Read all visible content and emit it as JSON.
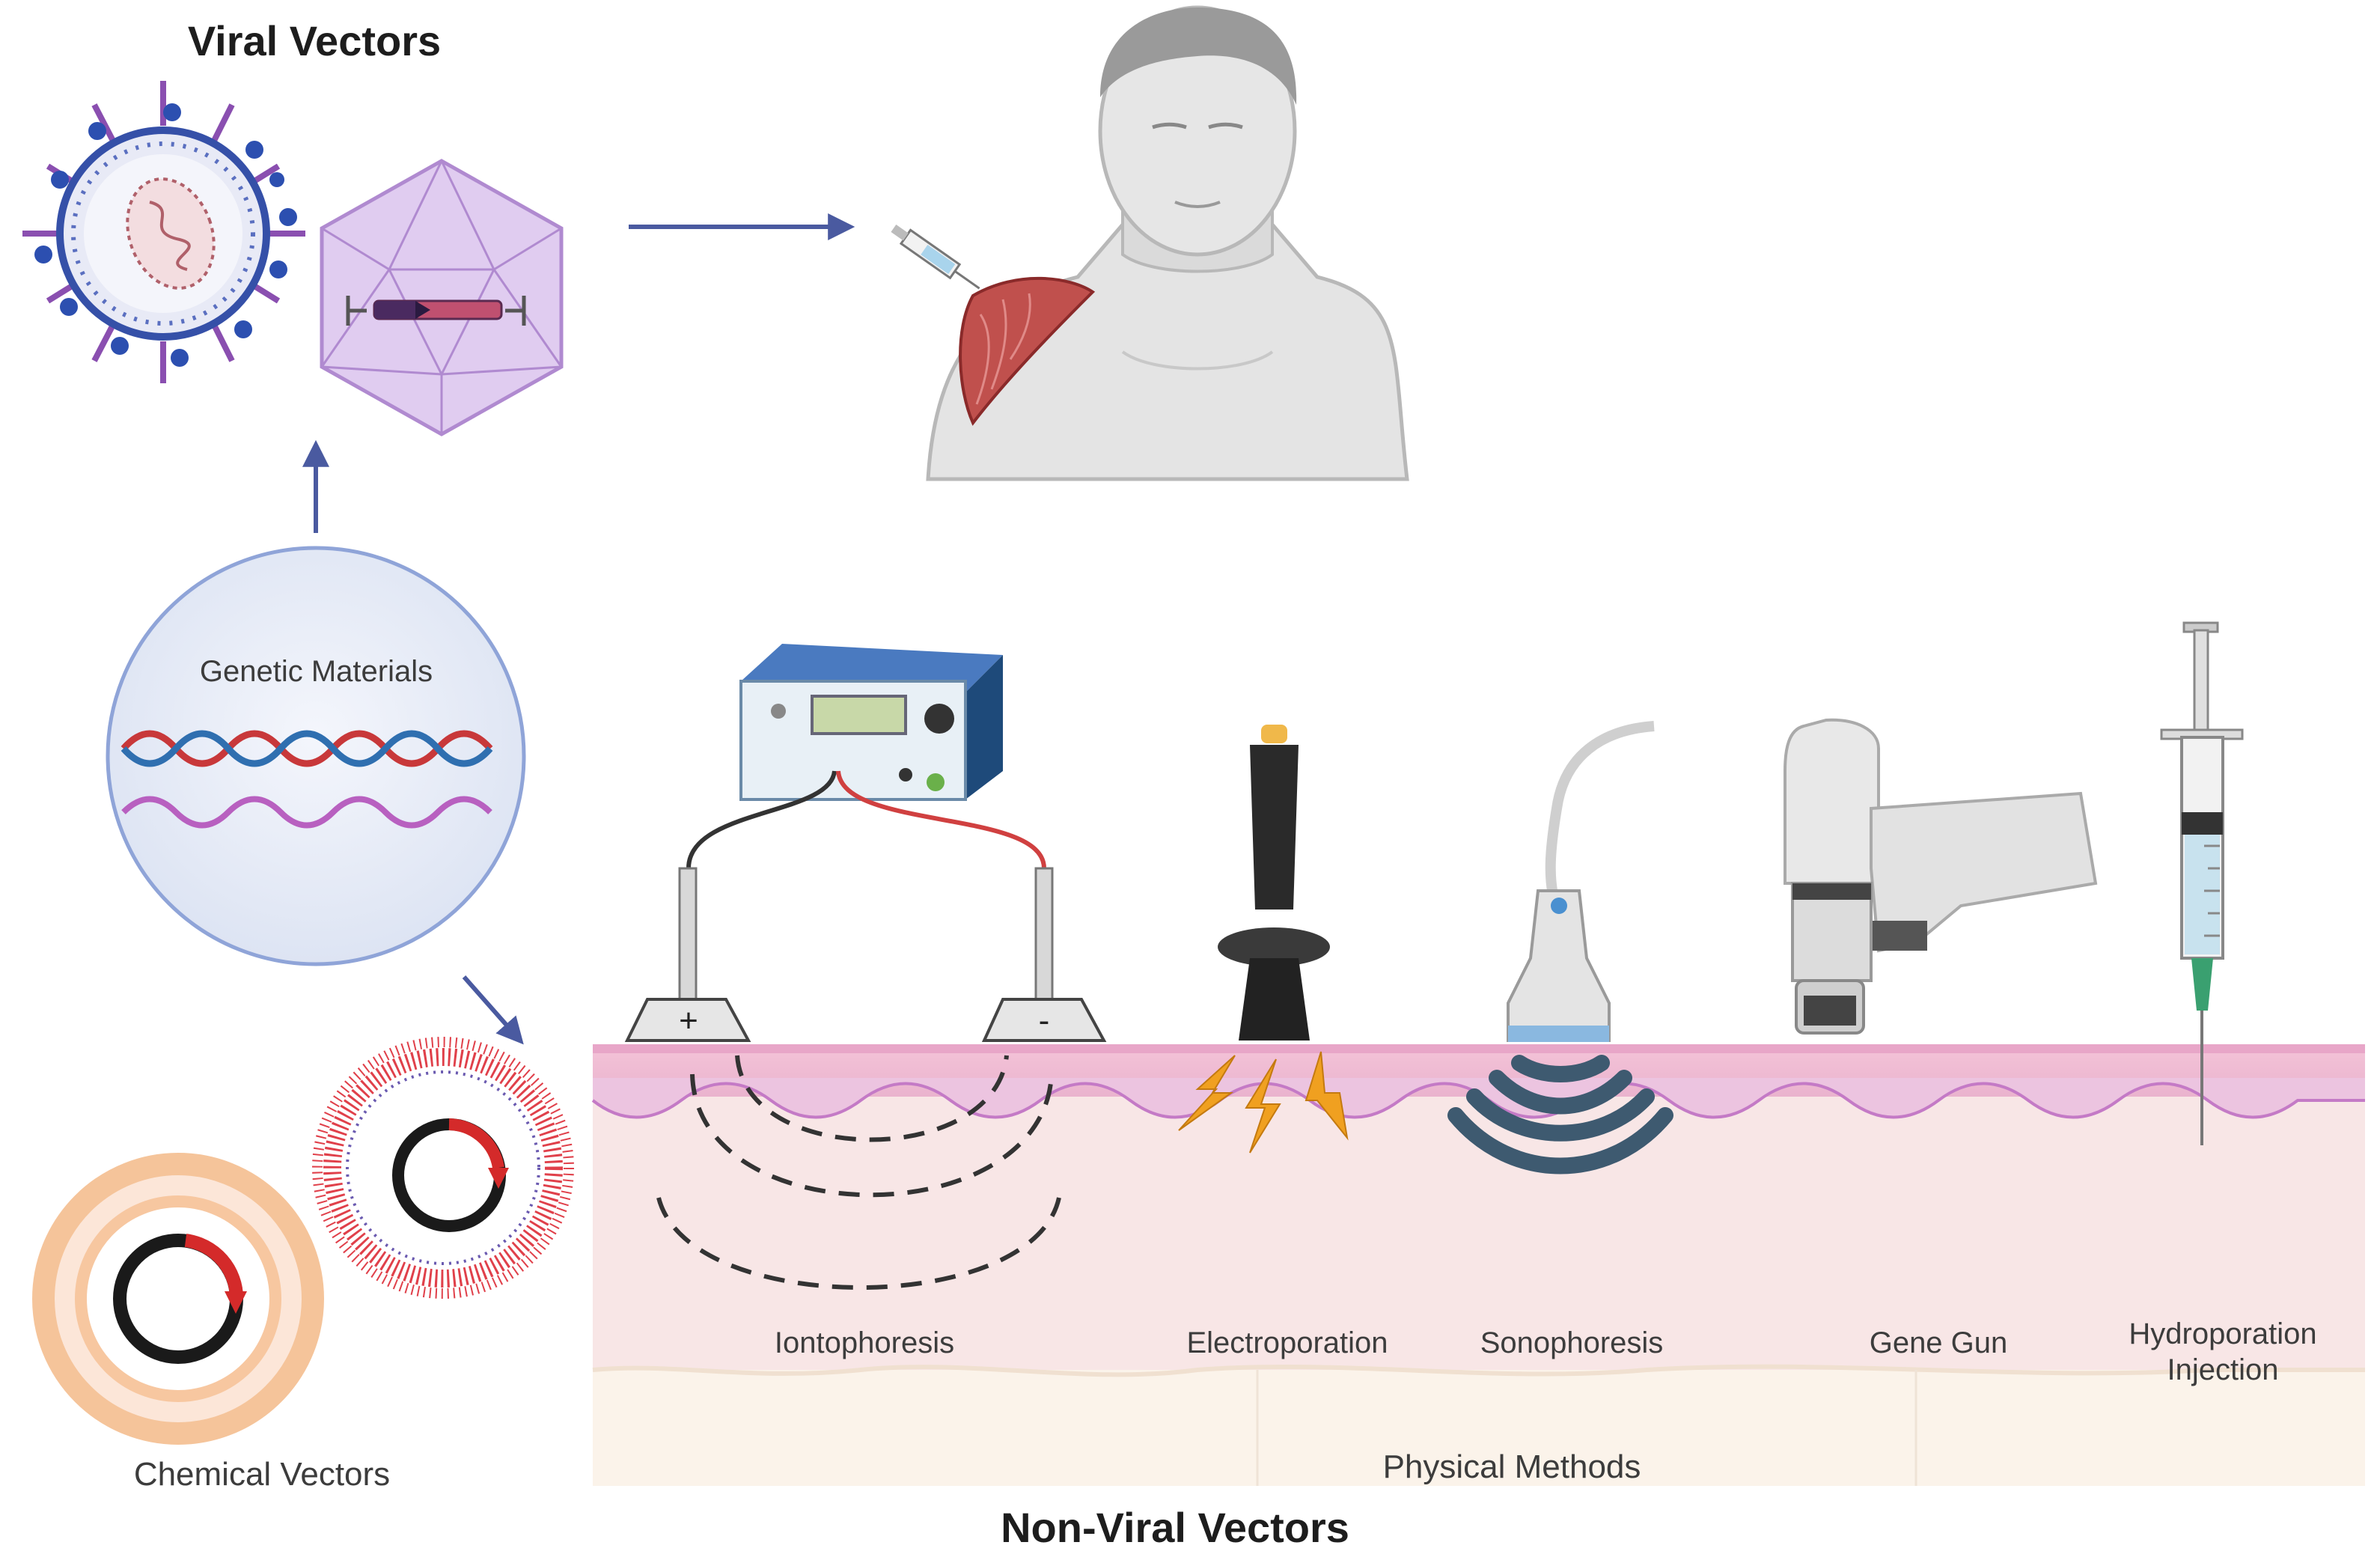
{
  "titles": {
    "viral_vectors": "Viral Vectors",
    "non_viral_vectors": "Non-Viral Vectors"
  },
  "labels": {
    "genetic_materials": "Genetic Materials",
    "chemical_vectors": "Chemical Vectors",
    "physical_methods": "Physical Methods",
    "iontophoresis": "Iontophoresis",
    "electroporation": "Electroporation",
    "sonophoresis": "Sonophoresis",
    "gene_gun": "Gene Gun",
    "hydroporation_line1": "Hydroporation",
    "hydroporation_line2": "Injection",
    "electrode_plus": "+",
    "electrode_minus": "-"
  },
  "colors": {
    "arrow": "#4a5aa0",
    "skin_top": "#e8a6c8",
    "skin_dermis": "#f8e6e6",
    "skin_base": "#fbf3ea",
    "muscle": "#c0504d",
    "dna_red": "#c8383a",
    "dna_blue": "#2f6fb0",
    "rna_purple": "#b860c0",
    "lightning": "#f0a020",
    "ultrasound": "#3e5a70",
    "liposome_red": "#e0404a",
    "chemical_ring": "#f7c7a0"
  }
}
